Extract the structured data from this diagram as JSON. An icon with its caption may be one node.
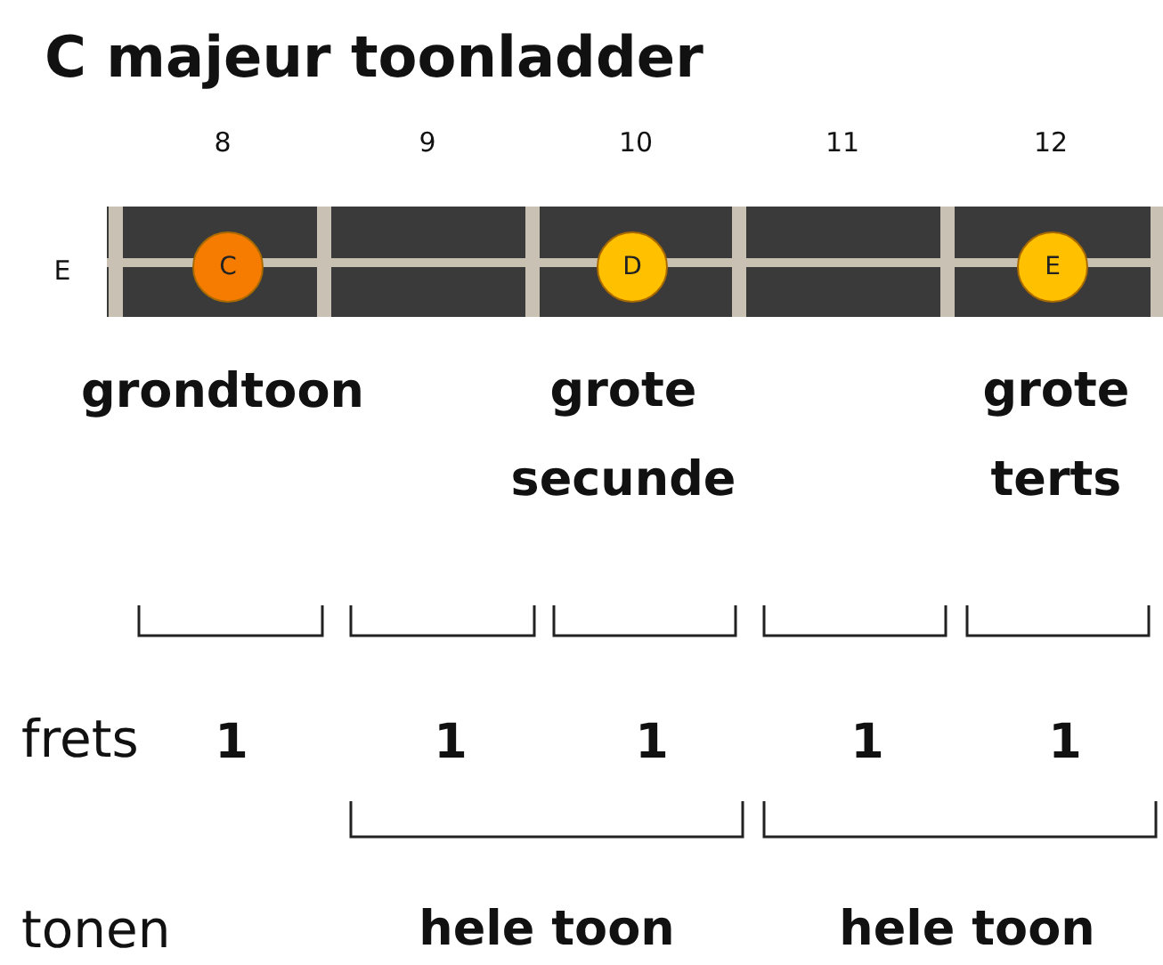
{
  "diagram": {
    "title": "C majeur toonladder",
    "nodes": [
      {
        "text": [
          "C"
        ],
        "beside": [
          "grondtoon"
        ]
      },
      {
        "text": [
          "D"
        ],
        "beside": [
          "grote secunde"
        ]
      },
      {
        "text": [
          "E"
        ],
        "beside": [
          "grote terts"
        ]
      }
    ],
    "labels": [
      "8",
      "9",
      "10",
      "11",
      "12",
      "E",
      "frets",
      "1",
      "1",
      "1",
      "1",
      "1",
      "tonen",
      "hele toon",
      "hele toon"
    ]
  }
}
